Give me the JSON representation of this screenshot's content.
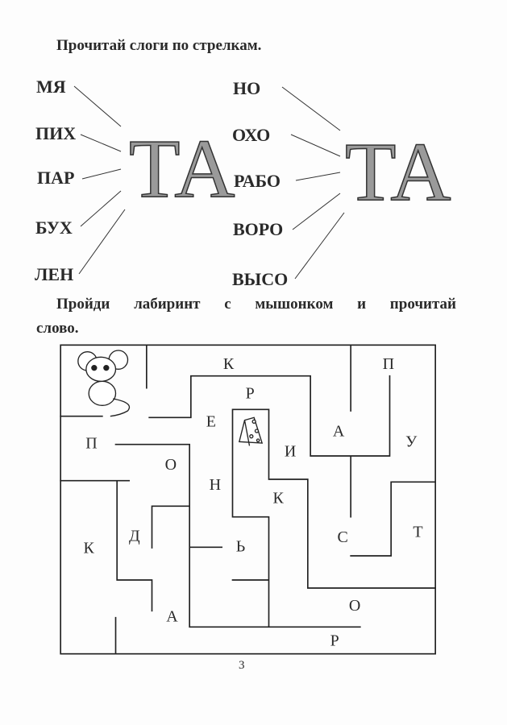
{
  "task1": {
    "instruction": "Прочитай слоги по стрелкам.",
    "left_group": {
      "syllables": [
        "МЯ",
        "ПИХ",
        "ПАР",
        "БУХ",
        "ЛЕН"
      ],
      "target": "ТА"
    },
    "right_group": {
      "syllables": [
        "НО",
        "ОХО",
        "РАБО",
        "ВОРО",
        "ВЫСО"
      ],
      "target": "ТА"
    }
  },
  "task2": {
    "instruction_line1": "Пройди лабиринт с мышонком и прочитай",
    "instruction_line2": "слово.",
    "maze_letters": [
      "К",
      "П",
      "Р",
      "Е",
      "А",
      "П",
      "У",
      "И",
      "О",
      "Н",
      "К",
      "Д",
      "Т",
      "С",
      "К",
      "Ь",
      "О",
      "А",
      "Р"
    ]
  },
  "page_number": "3"
}
